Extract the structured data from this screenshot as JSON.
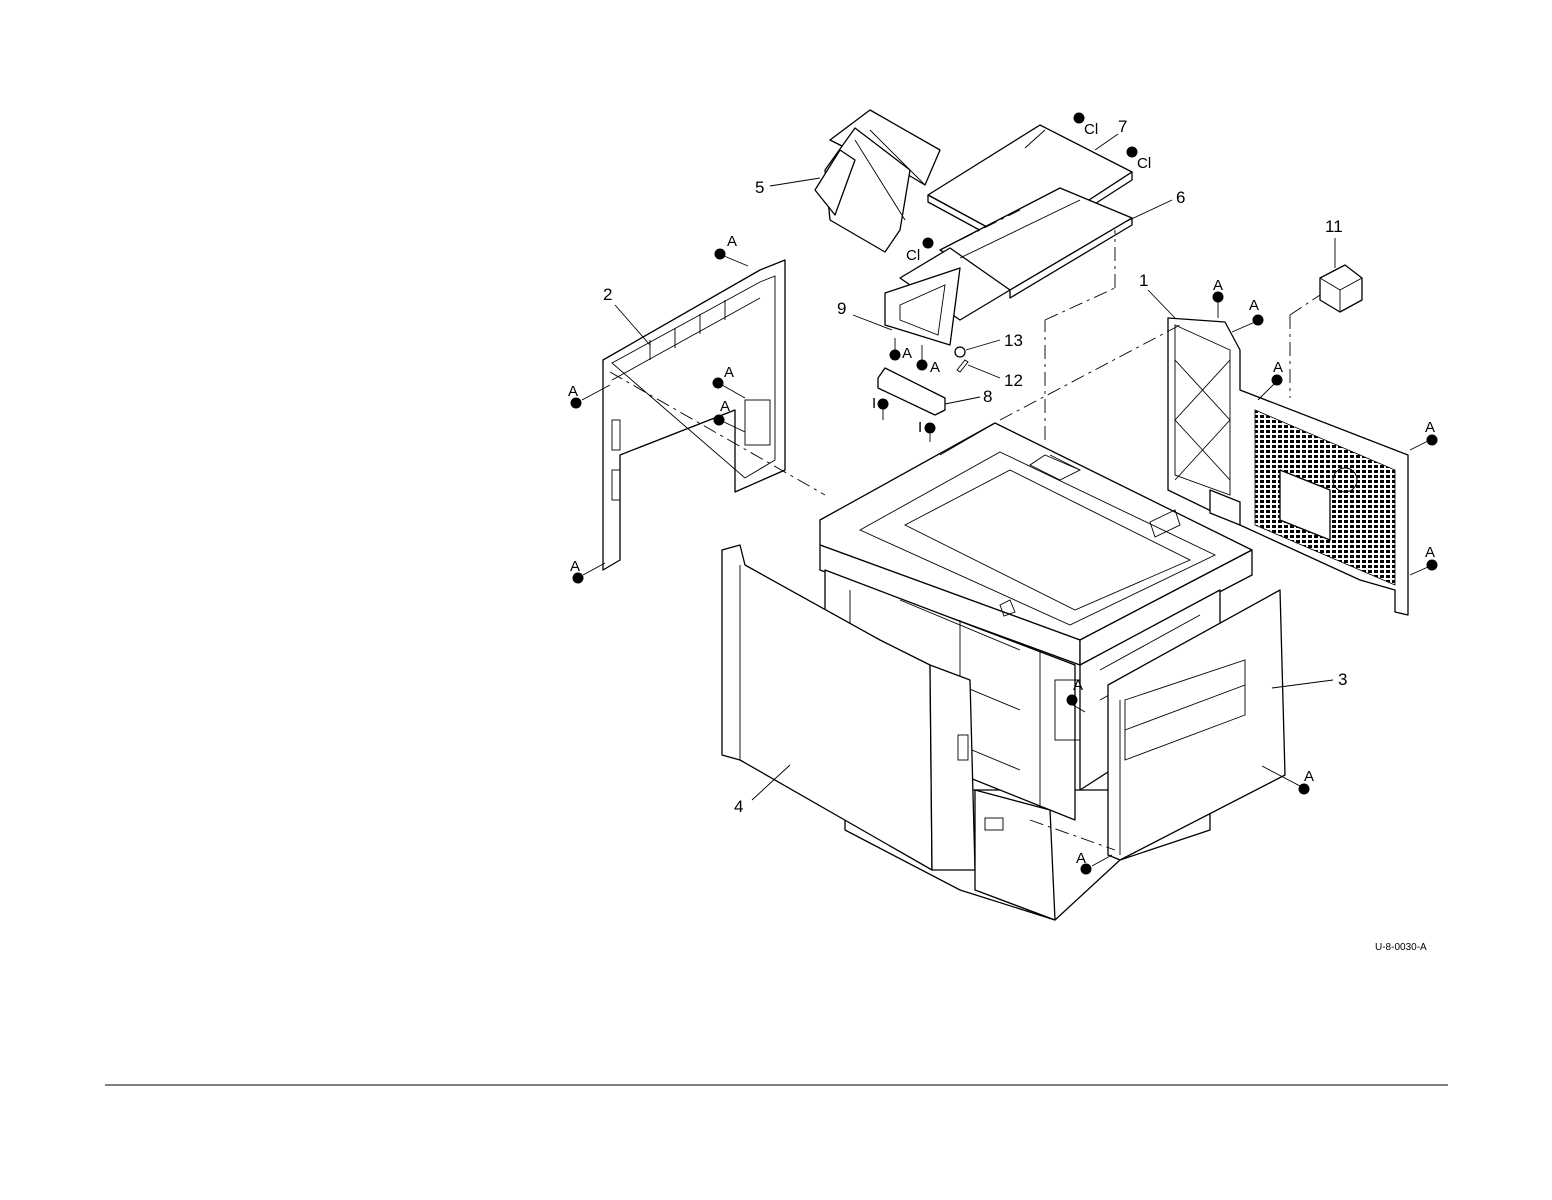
{
  "figure_id": "U-8-0030-A",
  "callouts": {
    "c1": "1",
    "c2": "2",
    "c3": "3",
    "c4": "4",
    "c5": "5",
    "c6": "6",
    "c7": "7",
    "c8": "8",
    "c9": "9",
    "c11": "11",
    "c12": "12",
    "c13": "13"
  },
  "fastener_labels": {
    "screw": "A",
    "clip": "Cl",
    "pin": "I"
  }
}
